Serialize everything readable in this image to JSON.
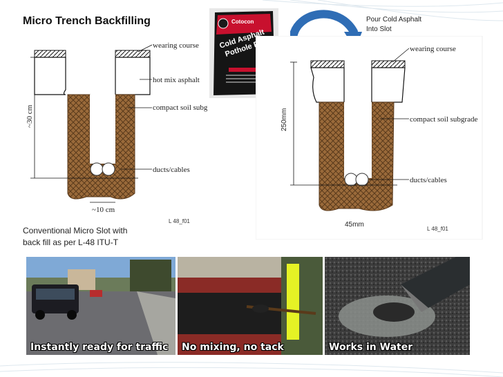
{
  "header": {
    "title": "Micro Trench Backfilling",
    "pour_line1": "Pour Cold Asphalt",
    "pour_line2": "Into Slot"
  },
  "left_diagram": {
    "labels": {
      "wearing_course": "wearing course",
      "hot_mix": "hot mix asphalt",
      "compact_soil": "compact soil subgrade",
      "ducts": "ducts/cables",
      "depth": "~30 cm",
      "width": "~10 cm",
      "ref": "L 48_f01"
    }
  },
  "right_diagram": {
    "labels": {
      "wearing_course": "wearing course",
      "compact_soil": "compact soil subgrade",
      "ducts": "ducts/cables",
      "depth": "250mm",
      "width": "45mm",
      "ref": "L 48_f01"
    }
  },
  "product": {
    "brand": "Cotocon",
    "name_line1": "Cold Asphalt",
    "name_line2": "Pothole Patch"
  },
  "caption": {
    "line1": "Conventional Micro Slot with",
    "line2": "back fill as  per L-48 ITU-T"
  },
  "photos": [
    {
      "caption": "Instantly ready for traffic"
    },
    {
      "caption": "No mixing, no tack"
    },
    {
      "caption": "Works in Water"
    }
  ],
  "colors": {
    "soil": "#9a6a3a",
    "arrow": "#2f6db5",
    "bag": "#1a1a1a",
    "bag_accent": "#c8102e"
  }
}
